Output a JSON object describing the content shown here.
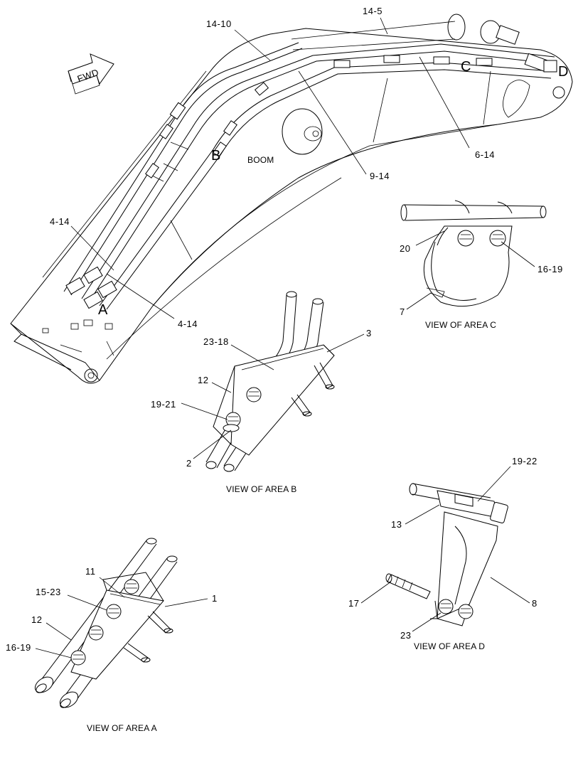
{
  "fwd_label": "FWD",
  "boom_label": "BOOM",
  "callouts": {
    "c_14_10": "14-10",
    "c_14_5": "14-5",
    "c_C": "C",
    "c_D": "D",
    "c_B": "B",
    "c_9_14": "9-14",
    "c_6_14": "6-14",
    "c_4_14_top": "4-14",
    "c_4_14_bot": "4-14",
    "c_A": "A",
    "c_20": "20",
    "c_16_19_c": "16-19",
    "c_7": "7",
    "c_23_18": "23-18",
    "c_3": "3",
    "c_12_b": "12",
    "c_19_21": "19-21",
    "c_2": "2",
    "c_19_22": "19-22",
    "c_13": "13",
    "c_17": "17",
    "c_8": "8",
    "c_23_d": "23",
    "c_11": "11",
    "c_15_23": "15-23",
    "c_1": "1",
    "c_12_a": "12",
    "c_16_19_a": "16-19"
  },
  "captions": {
    "area_c": "VIEW OF AREA C",
    "area_b": "VIEW OF AREA B",
    "area_d": "VIEW OF AREA D",
    "area_a": "VIEW OF AREA A"
  }
}
